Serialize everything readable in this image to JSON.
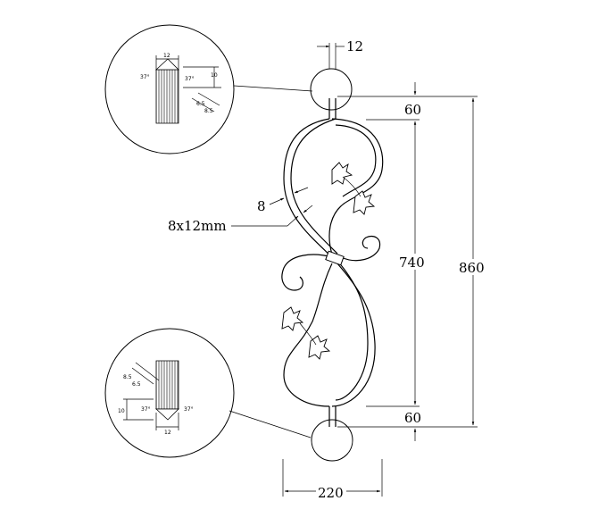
{
  "dimensions": {
    "top_width": "12",
    "top_offset": "60",
    "scroll_height": "740",
    "total_height": "860",
    "bottom_offset": "60",
    "total_width": "220",
    "bar_thickness": "8",
    "bar_section": "8x12mm"
  },
  "detail_top": {
    "width": "12",
    "angle_left": "37°",
    "angle_right": "37°",
    "height": "10",
    "dim_a": "6.5",
    "dim_b": "8.5"
  },
  "detail_bottom": {
    "width": "12",
    "angle_left": "37°",
    "angle_right": "37°",
    "height": "10",
    "dim_a": "6.5",
    "dim_b": "8.5"
  }
}
